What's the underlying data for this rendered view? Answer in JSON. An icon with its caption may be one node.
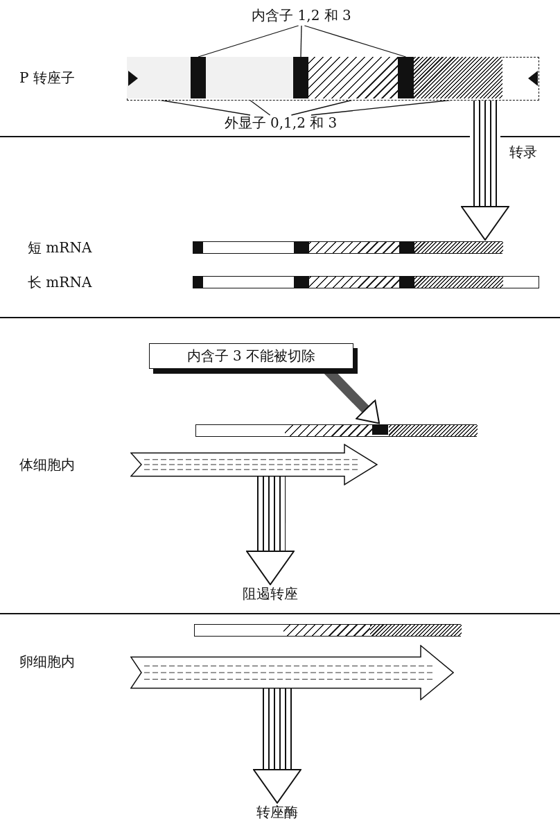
{
  "diagram": {
    "nodes": [
      {
        "text": [
          "内含子 1,2 和 3"
        ]
      },
      {
        "text": [],
        "shape": "bar",
        "beside": [
          "P 转座子"
        ]
      },
      {
        "text": [],
        "shape": "box",
        "in": 1
      },
      {
        "text": [],
        "shape": "box",
        "in": 1
      },
      {
        "text": [],
        "shape": "box",
        "in": 1
      },
      {
        "text": [],
        "shape": "box",
        "in": 1
      },
      {
        "text": [],
        "shape": "box",
        "in": 1
      },
      {
        "text": [],
        "shape": "box",
        "in": 1
      },
      {
        "text": [],
        "shape": "box",
        "in": 1
      },
      {
        "text": [
          "外显子 0,1,2 和 3"
        ]
      },
      {
        "text": [],
        "shape": "bar"
      },
      {
        "text": [],
        "shape": "bar"
      },
      {
        "text": [
          "内含子 3 不能被切除"
        ]
      },
      {
        "text": [],
        "shape": "bar"
      },
      {
        "text": [],
        "shape": "box",
        "in": 13
      },
      {
        "text": [],
        "shape": "arrow"
      },
      {
        "text": [
          "阻遏转座"
        ]
      },
      {
        "text": [],
        "shape": "bar"
      },
      {
        "text": [],
        "shape": "arrow"
      },
      {
        "text": [
          "转座酶"
        ]
      }
    ],
    "edges": [
      {
        "from": 0,
        "to": 3,
        "arrow": "none"
      },
      {
        "from": 0,
        "to": 5,
        "arrow": "none"
      },
      {
        "from": 0,
        "to": 7,
        "arrow": "none"
      },
      {
        "from": 9,
        "to": 2,
        "arrow": "none"
      },
      {
        "from": 9,
        "to": 4,
        "arrow": "none"
      },
      {
        "from": 9,
        "to": 6,
        "arrow": "none"
      },
      {
        "from": 9,
        "to": 8,
        "arrow": "none"
      },
      {
        "from": 1,
        "to": 10,
        "arrow": "to",
        "label": "转录"
      },
      {
        "from": 12,
        "to": 14,
        "arrow": "to",
        "style": "thick"
      },
      {
        "from": 15,
        "to": 16,
        "arrow": "to"
      },
      {
        "from": 18,
        "to": 19,
        "arrow": "to"
      }
    ],
    "labels": [
      "短 mRNA",
      "长 mRNA",
      "体细胞内",
      "卵细胞内"
    ]
  }
}
